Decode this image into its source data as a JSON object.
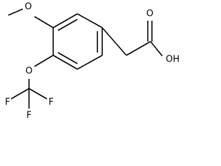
{
  "molecule": {
    "atom_labels": {
      "methoxy_oxygen": "O",
      "ring_ether_oxygen": "O",
      "fluorine_left": "F",
      "fluorine_right": "F",
      "fluorine_bottom": "F",
      "carbonyl_oxygen": "O",
      "hydroxyl": "OH"
    }
  },
  "colors": {
    "bond": "#000000",
    "label": "#000000",
    "background": "#ffffff"
  }
}
